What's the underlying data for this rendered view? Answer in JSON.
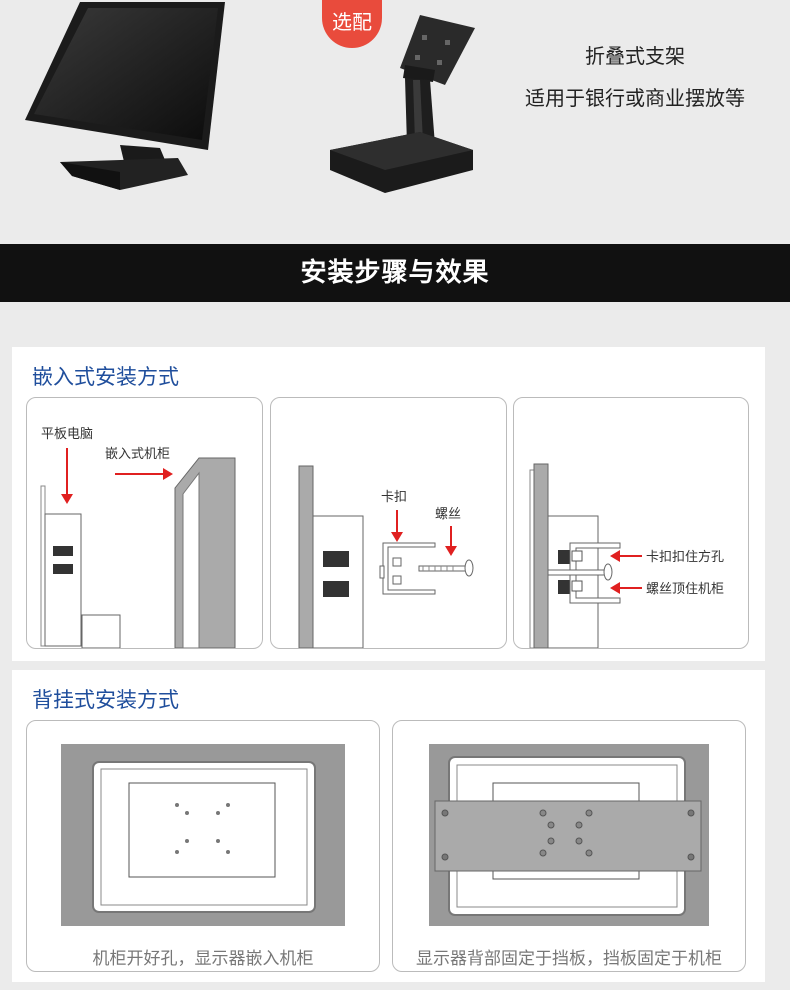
{
  "top": {
    "badge": "选配",
    "desc_line1": "折叠式支架",
    "desc_line2": "适用于银行或商业摆放等"
  },
  "banner": {
    "title": "安装步骤与效果"
  },
  "embedded": {
    "title": "嵌入式安装方式",
    "panel1": {
      "label_tablet": "平板电脑",
      "label_cabinet": "嵌入式机柜"
    },
    "panel2": {
      "label_clip": "卡扣",
      "label_screw": "螺丝"
    },
    "panel3": {
      "label_clip_hole": "卡扣扣住方孔",
      "label_screw_cabinet": "螺丝顶住机柜"
    }
  },
  "backhang": {
    "title": "背挂式安装方式",
    "caption1": "机柜开好孔，显示器嵌入机柜",
    "caption2": "显示器背部固定于挡板，挡板固定于机柜"
  }
}
